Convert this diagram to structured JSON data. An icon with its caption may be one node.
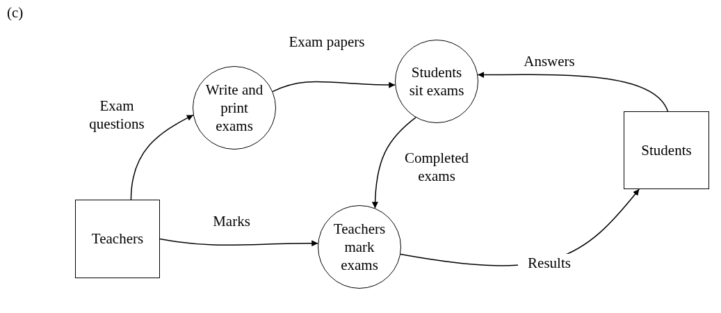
{
  "diagram": {
    "title": "(c)",
    "nodes": [
      {
        "text": [
          "Write and print exams"
        ]
      },
      {
        "text": [
          "Students sit exams"
        ]
      },
      {
        "text": [
          "Teachers mark exams"
        ]
      },
      {
        "text": [
          "Teachers"
        ]
      },
      {
        "text": [
          "Students"
        ]
      }
    ],
    "edges": [
      {
        "from": 3,
        "to": 0,
        "arrow": "to",
        "label": "Exam questions"
      },
      {
        "from": 0,
        "to": 1,
        "arrow": "to",
        "label": "Exam papers"
      },
      {
        "from": 4,
        "to": 1,
        "arrow": "to",
        "label": "Answers"
      },
      {
        "from": 1,
        "to": 2,
        "arrow": "to",
        "label": "Completed exams"
      },
      {
        "from": 3,
        "to": 2,
        "arrow": "to",
        "label": "Marks"
      },
      {
        "from": 2,
        "to": 4,
        "arrow": "to",
        "label": "Results"
      }
    ]
  }
}
